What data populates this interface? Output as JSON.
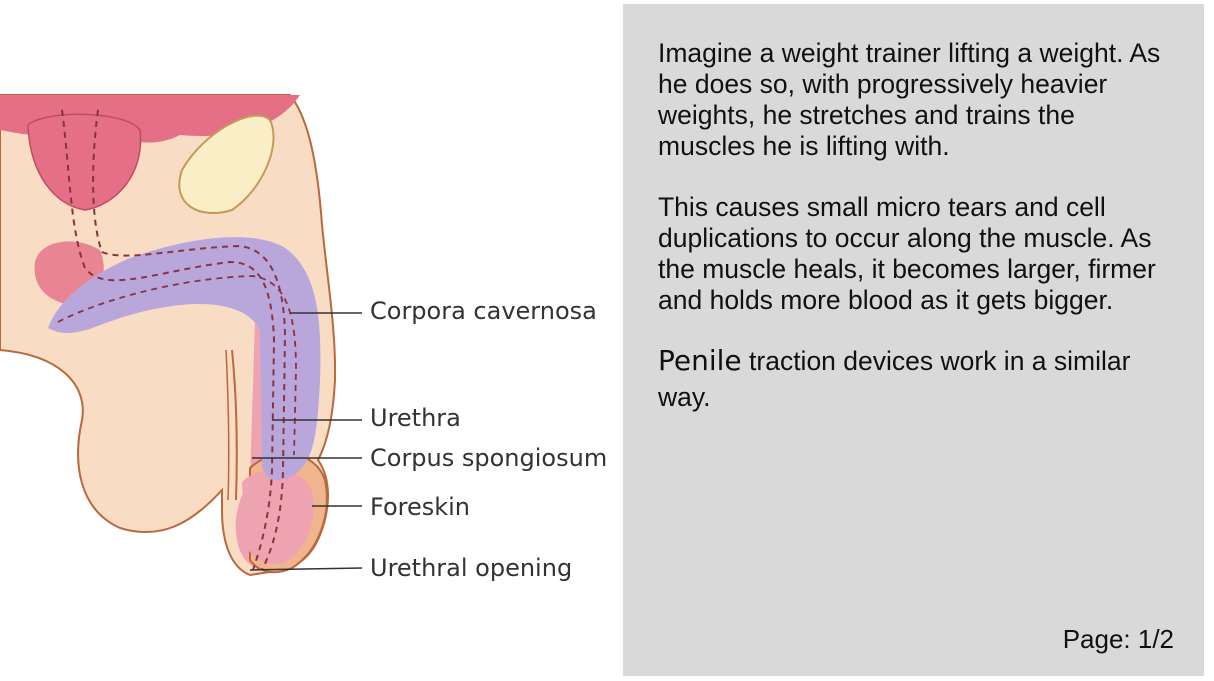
{
  "diagram": {
    "labels": {
      "corpora_cavernosa": "Corpora cavernosa",
      "urethra": "Urethra",
      "corpus_spongiosum": "Corpus spongiosum",
      "foreskin": "Foreskin",
      "urethral_opening": "Urethral opening"
    },
    "colors": {
      "skin": "#f8dcc4",
      "outline": "#b8693e",
      "organ_pink": "#e56f87",
      "corpora_purple": "#b9a7dc",
      "spongiosum_pink": "#eea3b0",
      "bone": "#faeec6",
      "dashed_line": "#8a3341"
    }
  },
  "panel": {
    "paragraph1": "Imagine a weight trainer lifting a weight. As he does so, with progressively heavier weights, he stretches and trains the muscles he is lifting with.",
    "paragraph2": "This causes small micro tears and cell duplications to occur along the muscle. As the muscle heals, it becomes larger, firmer and holds more blood as it gets bigger.",
    "paragraph3_lead": "Penile",
    "paragraph3_rest": " traction devices work in a similar way.",
    "page_label": "Page: 1/2",
    "background": "#d9d9d9"
  }
}
